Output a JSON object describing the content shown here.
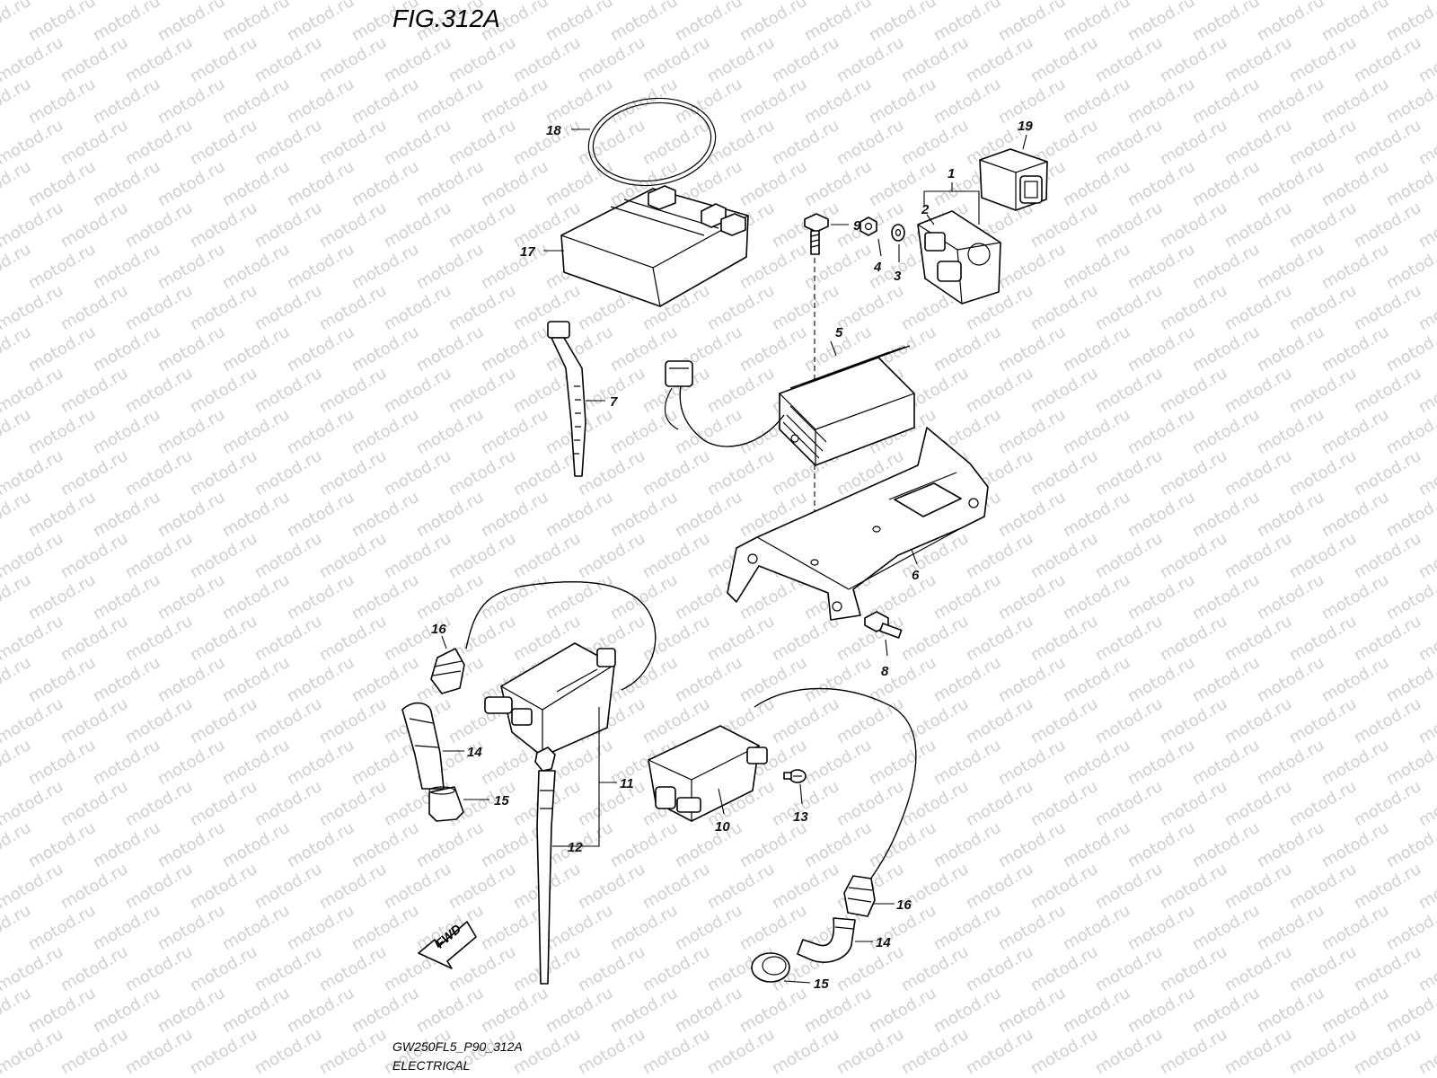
{
  "figure": {
    "title": "FIG.312A",
    "model_code": "GW250FL5_P90_312A",
    "section_name": "ELECTRICAL",
    "direction_label": "FWD",
    "watermark_text": "motod.ru"
  },
  "callouts": {
    "c1": "1",
    "c2": "2",
    "c3": "3",
    "c4": "4",
    "c5": "5",
    "c6": "6",
    "c7": "7",
    "c8": "8",
    "c9": "9",
    "c10": "10",
    "c11": "11",
    "c12": "12",
    "c13": "13",
    "c14a": "14",
    "c14b": "14",
    "c15a": "15",
    "c15b": "15",
    "c16a": "16",
    "c16b": "16",
    "c17": "17",
    "c18": "18",
    "c19": "19"
  },
  "colors": {
    "line": "#000000",
    "background": "#ffffff",
    "watermark": "#cfcfcf"
  }
}
